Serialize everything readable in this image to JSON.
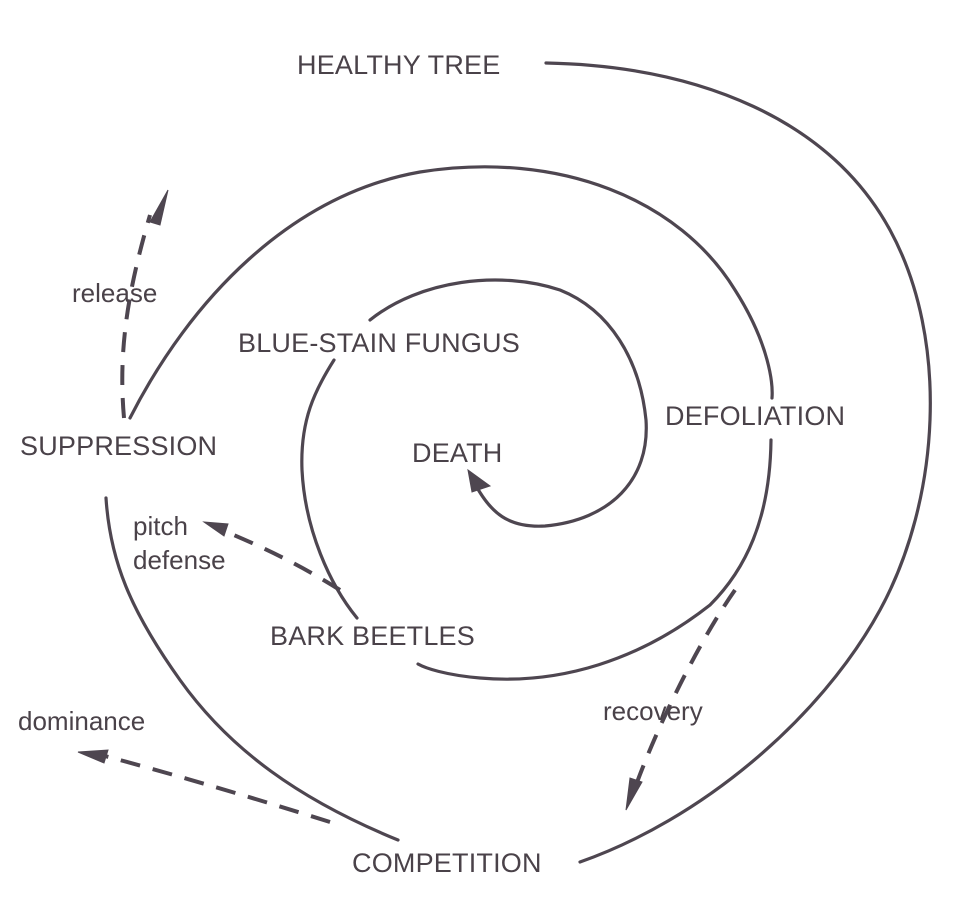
{
  "diagram": {
    "title": "Tree decline spiral",
    "ink_color": "#4e4650",
    "stages": {
      "healthy_tree": "HEALTHY TREE",
      "competition": "COMPETITION",
      "suppression": "SUPPRESSION",
      "defoliation": "DEFOLIATION",
      "bark_beetles": "BARK BEETLES",
      "blue_stain_fungus": "BLUE-STAIN FUNGUS",
      "death": "DEATH"
    },
    "escape_paths": {
      "release": "release",
      "pitch_defense_line1": "pitch",
      "pitch_defense_line2": "defense",
      "dominance": "dominance",
      "recovery": "recovery"
    },
    "sequence": [
      "HEALTHY TREE",
      "COMPETITION",
      "SUPPRESSION",
      "DEFOLIATION",
      "BARK BEETLES",
      "BLUE-STAIN FUNGUS",
      "DEATH"
    ],
    "branches": [
      {
        "from": "SUPPRESSION",
        "label": "release"
      },
      {
        "from": "BARK BEETLES",
        "label": "pitch defense"
      },
      {
        "from": "COMPETITION",
        "label": "dominance"
      },
      {
        "from": "DEFOLIATION",
        "label": "recovery"
      }
    ]
  }
}
